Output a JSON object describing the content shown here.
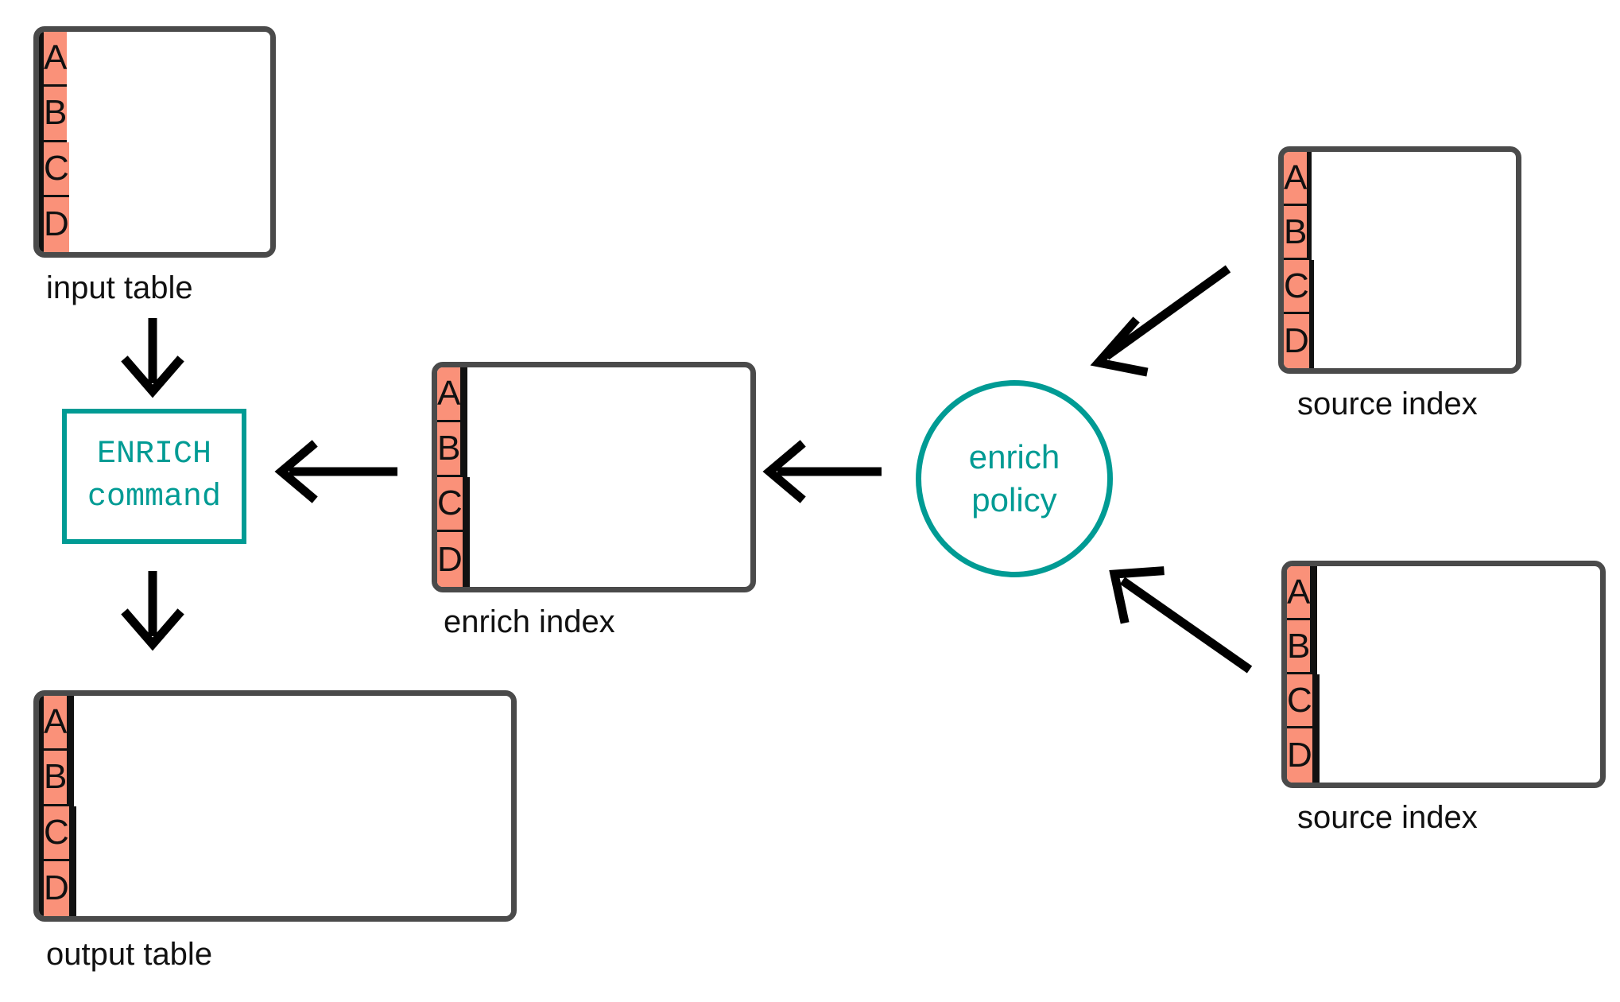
{
  "diagram": {
    "title": "ENRICH command enrich index flow",
    "colors": {
      "salmon": "#fa9179",
      "pink": "#f78fc2",
      "blue": "#1ba9f5",
      "yellow": "#ffd338",
      "teal": "#009b94",
      "border": "#4a4a4a",
      "gridline": "#111111",
      "arrow": "#000000",
      "background": "#ffffff"
    }
  },
  "input_table": {
    "caption": "input table",
    "columns": 3,
    "rows": [
      [
        {
          "text": "",
          "fill": "white"
        },
        {
          "text": "",
          "fill": "white"
        },
        {
          "text": "A",
          "fill": "salmon"
        }
      ],
      [
        {
          "text": "",
          "fill": "white"
        },
        {
          "text": "",
          "fill": "white"
        },
        {
          "text": "B",
          "fill": "salmon"
        }
      ],
      [
        {
          "text": "",
          "fill": "white"
        },
        {
          "text": "",
          "fill": "white"
        },
        {
          "text": "C",
          "fill": "salmon"
        }
      ],
      [
        {
          "text": "",
          "fill": "white"
        },
        {
          "text": "",
          "fill": "white"
        },
        {
          "text": "D",
          "fill": "salmon"
        }
      ]
    ]
  },
  "output_table": {
    "caption": "output table",
    "columns": 6,
    "rows": [
      [
        {
          "text": "",
          "fill": "white"
        },
        {
          "text": "",
          "fill": "white"
        },
        {
          "text": "A",
          "fill": "salmon"
        },
        {
          "text": "",
          "fill": "pink"
        },
        {
          "text": "",
          "fill": "blue"
        },
        {
          "text": "",
          "fill": "yellow"
        }
      ],
      [
        {
          "text": "",
          "fill": "white"
        },
        {
          "text": "",
          "fill": "white"
        },
        {
          "text": "B",
          "fill": "salmon"
        },
        {
          "text": "",
          "fill": "pink"
        },
        {
          "text": "",
          "fill": "blue"
        },
        {
          "text": "",
          "fill": "yellow"
        }
      ],
      [
        {
          "text": "",
          "fill": "white"
        },
        {
          "text": "",
          "fill": "white"
        },
        {
          "text": "C",
          "fill": "salmon"
        },
        {
          "text": "",
          "fill": "pink"
        },
        {
          "text": "",
          "fill": "blue"
        },
        {
          "text": "",
          "fill": "yellow"
        }
      ],
      [
        {
          "text": "",
          "fill": "white"
        },
        {
          "text": "",
          "fill": "white"
        },
        {
          "text": "D",
          "fill": "salmon"
        },
        {
          "text": "",
          "fill": "pink"
        },
        {
          "text": "",
          "fill": "blue"
        },
        {
          "text": "",
          "fill": "yellow"
        }
      ]
    ]
  },
  "enrich_index": {
    "caption": "enrich index",
    "columns": 4,
    "rows": [
      [
        {
          "text": "A",
          "fill": "salmon"
        },
        {
          "text": "",
          "fill": "pink"
        },
        {
          "text": "",
          "fill": "blue"
        },
        {
          "text": "",
          "fill": "yellow"
        }
      ],
      [
        {
          "text": "B",
          "fill": "salmon"
        },
        {
          "text": "",
          "fill": "pink"
        },
        {
          "text": "",
          "fill": "blue"
        },
        {
          "text": "",
          "fill": "yellow"
        }
      ],
      [
        {
          "text": "C",
          "fill": "salmon"
        },
        {
          "text": "",
          "fill": "pink"
        },
        {
          "text": "",
          "fill": "blue"
        },
        {
          "text": "",
          "fill": "yellow"
        }
      ],
      [
        {
          "text": "D",
          "fill": "salmon"
        },
        {
          "text": "",
          "fill": "pink"
        },
        {
          "text": "",
          "fill": "blue"
        },
        {
          "text": "",
          "fill": "yellow"
        }
      ]
    ]
  },
  "source_index_top": {
    "caption": "source index",
    "columns": 3,
    "rows": [
      [
        {
          "text": "A",
          "fill": "salmon"
        },
        {
          "text": "",
          "fill": "pink"
        },
        {
          "text": "",
          "fill": "white"
        }
      ],
      [
        {
          "text": "B",
          "fill": "salmon"
        },
        {
          "text": "",
          "fill": "pink"
        },
        {
          "text": "",
          "fill": "white"
        }
      ],
      [
        {
          "text": "C",
          "fill": "salmon"
        },
        {
          "text": "",
          "fill": "pink"
        },
        {
          "text": "",
          "fill": "white"
        }
      ],
      [
        {
          "text": "D",
          "fill": "salmon"
        },
        {
          "text": "",
          "fill": "pink"
        },
        {
          "text": "",
          "fill": "white"
        }
      ]
    ]
  },
  "source_index_bottom": {
    "caption": "source index",
    "columns": 4,
    "rows": [
      [
        {
          "text": "A",
          "fill": "salmon"
        },
        {
          "text": "",
          "fill": "blue"
        },
        {
          "text": "",
          "fill": "yellow"
        },
        {
          "text": "",
          "fill": "white"
        }
      ],
      [
        {
          "text": "B",
          "fill": "salmon"
        },
        {
          "text": "",
          "fill": "blue"
        },
        {
          "text": "",
          "fill": "yellow"
        },
        {
          "text": "",
          "fill": "white"
        }
      ],
      [
        {
          "text": "C",
          "fill": "salmon"
        },
        {
          "text": "",
          "fill": "blue"
        },
        {
          "text": "",
          "fill": "yellow"
        },
        {
          "text": "",
          "fill": "white"
        }
      ],
      [
        {
          "text": "D",
          "fill": "salmon"
        },
        {
          "text": "",
          "fill": "blue"
        },
        {
          "text": "",
          "fill": "yellow"
        },
        {
          "text": "",
          "fill": "white"
        }
      ]
    ]
  },
  "enrich_command": {
    "line1": "ENRICH",
    "line2": "command"
  },
  "enrich_policy": {
    "line1": "enrich",
    "line2": "policy"
  },
  "arrows": [
    {
      "name": "input-table-to-enrich-command",
      "direction": "down"
    },
    {
      "name": "enrich-command-to-output-table",
      "direction": "down"
    },
    {
      "name": "enrich-index-to-enrich-command",
      "direction": "left"
    },
    {
      "name": "enrich-policy-to-enrich-index",
      "direction": "left"
    },
    {
      "name": "source-index-top-to-enrich-policy",
      "direction": "down-left"
    },
    {
      "name": "source-index-bottom-to-enrich-policy",
      "direction": "up-left"
    }
  ]
}
